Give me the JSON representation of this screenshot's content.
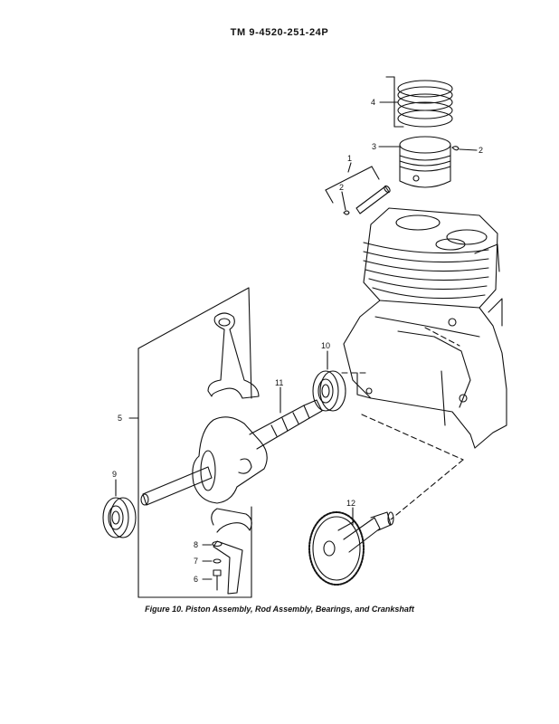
{
  "header": {
    "doc_number": "TM  9-4520-251-24P"
  },
  "figure": {
    "caption": "Figure 10. Piston Assembly, Rod Assembly, Bearings, and Crankshaft"
  },
  "callouts": {
    "c1": "1",
    "c2a": "2",
    "c2b": "2",
    "c3": "3",
    "c4": "4",
    "c5": "5",
    "c6": "6",
    "c7": "7",
    "c8": "8",
    "c9": "9",
    "c10": "10",
    "c11": "11",
    "c12": "12"
  }
}
